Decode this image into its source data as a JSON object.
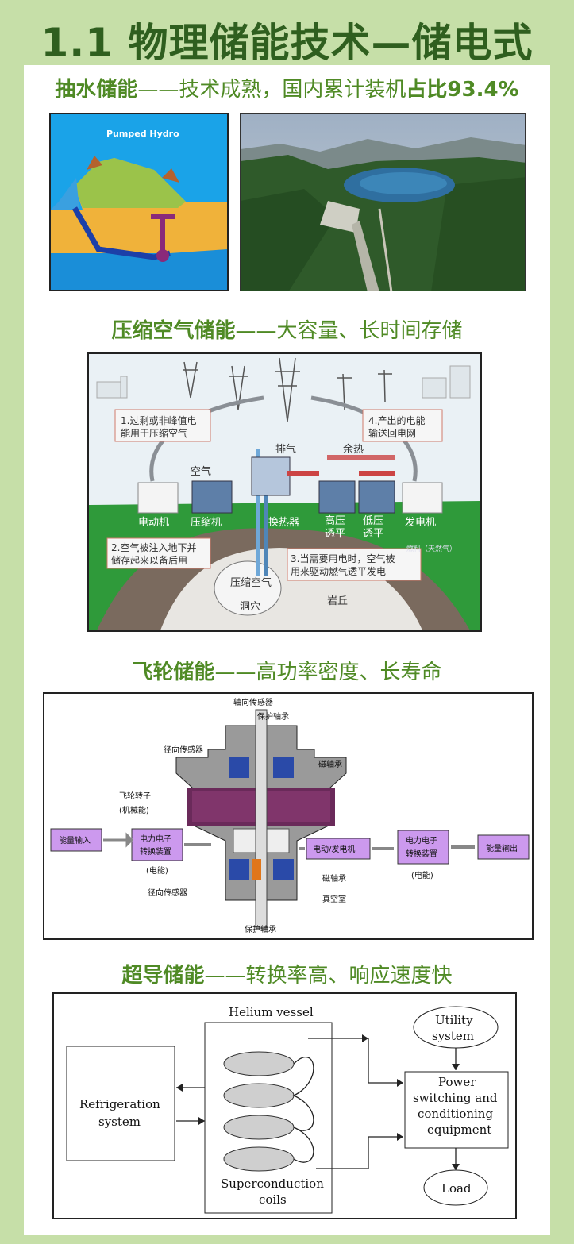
{
  "page_title": "1.1 物理储能技术—储电式",
  "sections": {
    "pumped": {
      "title_bold": "抽水储能",
      "title_rest": "——技术成熟，国内累计装机",
      "title_bold2": "占比93.4%",
      "diagram_label": "Pumped Hydro"
    },
    "caes": {
      "title_bold": "压缩空气储能",
      "title_rest": "——大容量、长时间存储",
      "labels": {
        "step1": [
          "1.过剩或非峰值电",
          "能用于压缩空气"
        ],
        "step2": [
          "2.空气被注入地下并",
          "储存起来以备后用"
        ],
        "step3": [
          "3.当需要用电时，空气被",
          "用来驱动燃气透平发电"
        ],
        "step4": [
          "4.产出的电能",
          "输送回电网"
        ],
        "exhaust": "排气",
        "waste_heat": "余热",
        "air": "空气",
        "motor": "电动机",
        "compressor": "压缩机",
        "heat_exchanger": "换热器",
        "hp_turbine": [
          "高压",
          "透平"
        ],
        "lp_turbine": [
          "低压",
          "透平"
        ],
        "generator": "发电机",
        "fuel": "燃料（天然气）",
        "compressed_air": "压缩空气",
        "cavern": "洞穴",
        "rock": "岩丘"
      }
    },
    "flywheel": {
      "title_bold": "飞轮储能",
      "title_rest": "——高功率密度、长寿命",
      "labels": {
        "axial_sensor": "轴向传感器",
        "protect_bearing_top": "保护轴承",
        "radial_sensor_top": "径向传感器",
        "magnetic_bearing_top": "磁轴承",
        "rotor": "飞轮转子",
        "mechanical": "(机械能)",
        "energy_in": "能量输入",
        "pe_converter_in": [
          "电力电子",
          "转换装置"
        ],
        "electric_in": "(电能)",
        "motor_generator": "电动/发电机",
        "pe_converter_out": [
          "电力电子",
          "转换装置"
        ],
        "electric_out": "(电能)",
        "energy_out": "能量输出",
        "magnetic_bearing_bottom": "磁轴承",
        "radial_sensor_bottom": "径向传感器",
        "vacuum": "真空室",
        "protect_bearing_bottom": "保护轴承"
      }
    },
    "smes": {
      "title_bold": "超导储能",
      "title_rest": "——转换率高、响应速度快",
      "labels": {
        "helium": "Helium vessel",
        "refrigeration": [
          "Refrigeration",
          "system"
        ],
        "coils": [
          "Superconduction",
          "coils"
        ],
        "utility": [
          "Utility",
          "system"
        ],
        "power": [
          "Power",
          "switching and",
          "conditioning",
          "equipment"
        ],
        "load": "Load"
      }
    }
  },
  "colors": {
    "frame_green": "#c6dfa8",
    "title_dark_green": "#2f5f1f",
    "section_green": "#4f8a25",
    "flywheel_purple": "#cc99ee"
  }
}
